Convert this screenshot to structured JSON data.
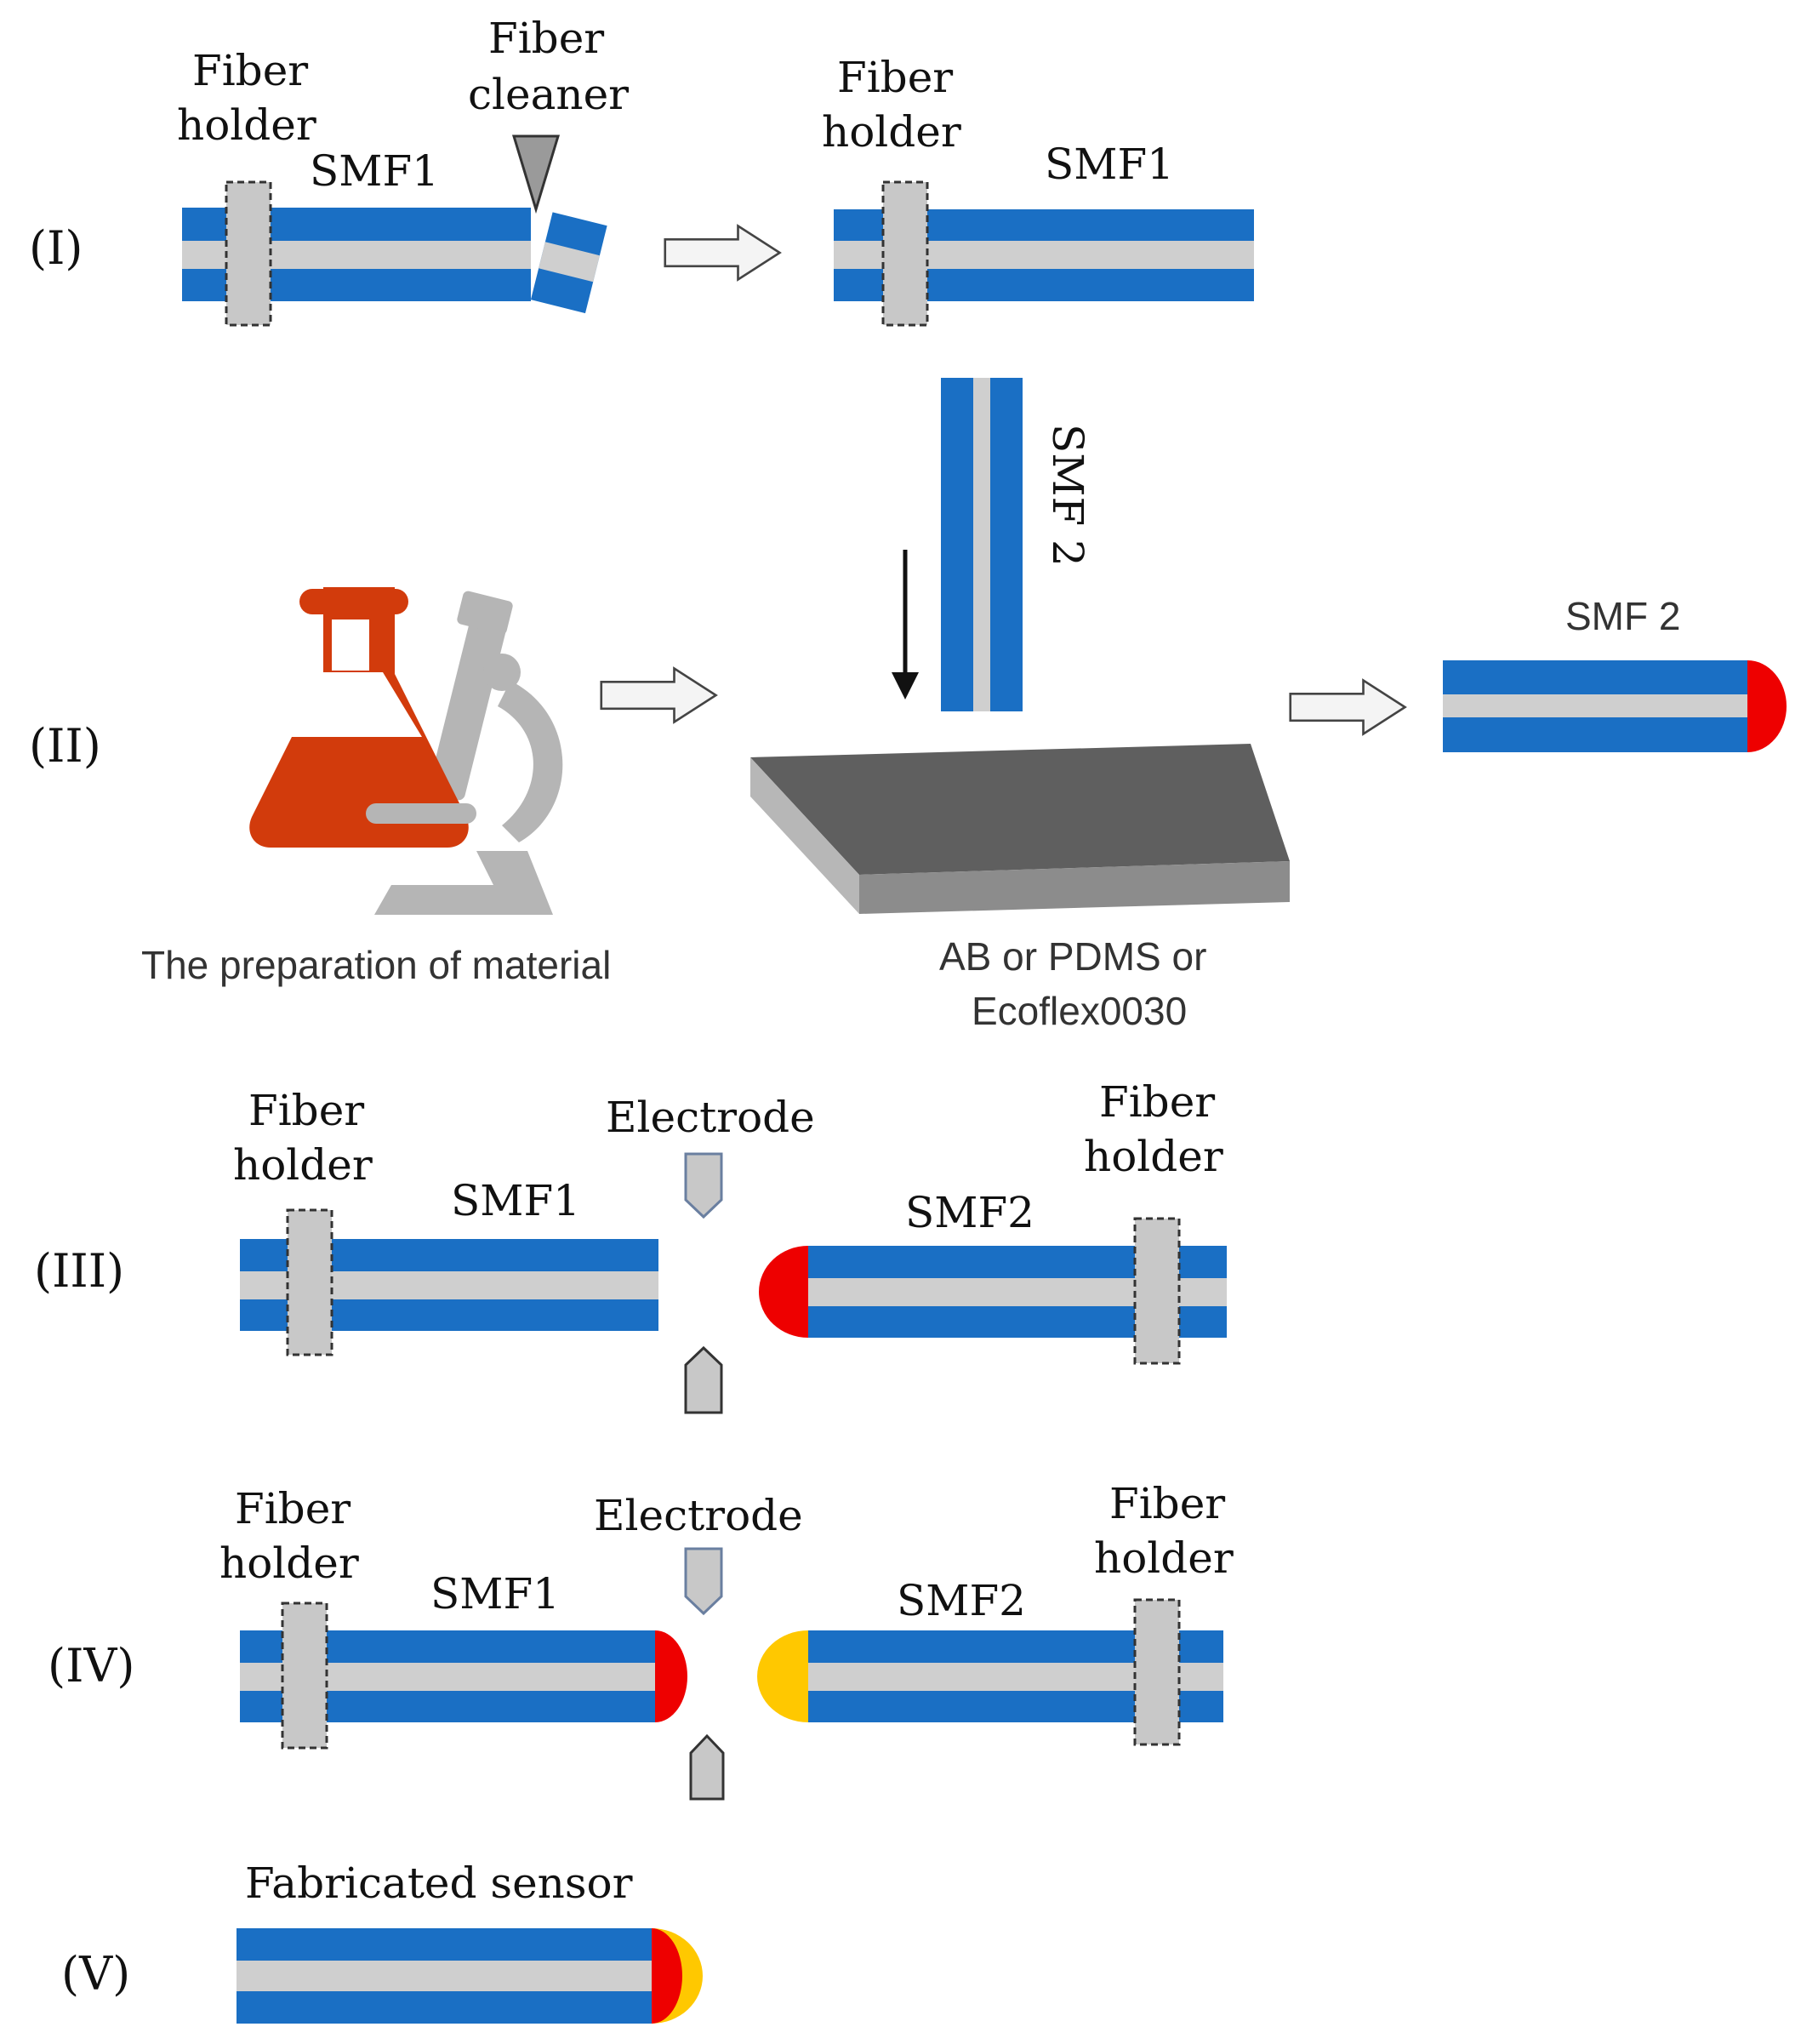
{
  "colors": {
    "fiber_blue": "#1a6fc4",
    "fiber_core": "#cfcfcf",
    "holder": "#c8c8c8",
    "red_cap": "#ee0000",
    "yellow_cap": "#ffc800",
    "flask": "#d23b0c",
    "microscope": "#b5b5b5",
    "slab_top": "#5f5f5f",
    "slab_side": "#a0a0a0"
  },
  "steps": {
    "s1": {
      "label": "(I)"
    },
    "s2": {
      "label": "(II)"
    },
    "s3": {
      "label": "(III)"
    },
    "s4": {
      "label": "(IV)"
    },
    "s5": {
      "label": "(V)"
    }
  },
  "labels": {
    "fiber": "Fiber",
    "holder": "holder",
    "cleaner": "cleaner",
    "smf1": "SMF1",
    "smf2": "SMF2",
    "smf_2_spaced": "SMF 2",
    "electrode": "Electrode",
    "material_prep": "The preparation of material",
    "substrate_line1": "AB or PDMS or",
    "substrate_line2": "Ecoflex0030",
    "fabricated_sensor": "Fabricated sensor"
  },
  "icons": {
    "arrow": "hollow-right-arrow",
    "down_arrow": "down-arrow",
    "flask": "lab-flask-icon",
    "microscope": "microscope-icon",
    "electrode": "electrode-tip",
    "cleaver": "fiber-cleaver-blade"
  }
}
